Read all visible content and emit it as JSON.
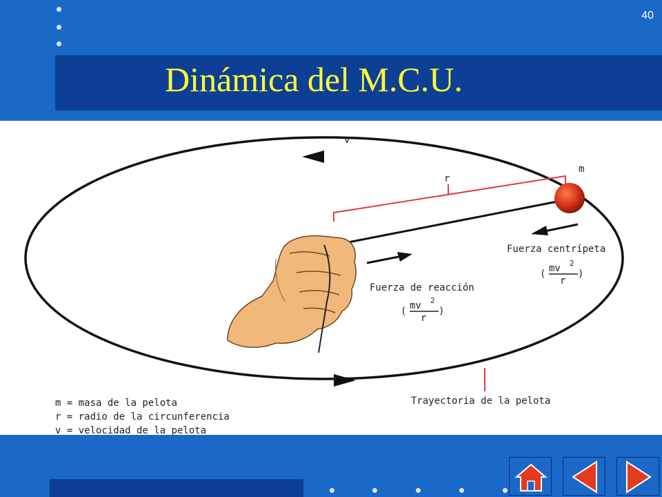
{
  "slide": {
    "number": "40",
    "title": "Dinámica del M.C.U."
  },
  "diagram": {
    "label_v": "v",
    "label_r": "r",
    "label_m": "m",
    "centripetal_label": "Fuerza centrípeta",
    "reaction_label": "Fuerza de reacción",
    "formula_numerator": "mv",
    "formula_exponent": "2",
    "formula_denominator": "r",
    "paren_open": "(",
    "paren_close": ")",
    "trajectory_label": "Trayectoria de la pelota",
    "legend": [
      "m = masa de la pelota",
      "r = radio de la circunferencia",
      "v = velocidad de la pelota"
    ]
  },
  "colors": {
    "background": "#1a69c9",
    "title_bar": "#0d3f96",
    "title_text": "#ffff33",
    "ball": "#d8341a",
    "radius_bracket": "#e0393f",
    "hand": "#f0b87a",
    "nav_triangle": "#e23b1e"
  },
  "nav": {
    "home_icon": "home-icon",
    "prev_icon": "triangle-left-icon",
    "next_icon": "triangle-right-icon"
  }
}
